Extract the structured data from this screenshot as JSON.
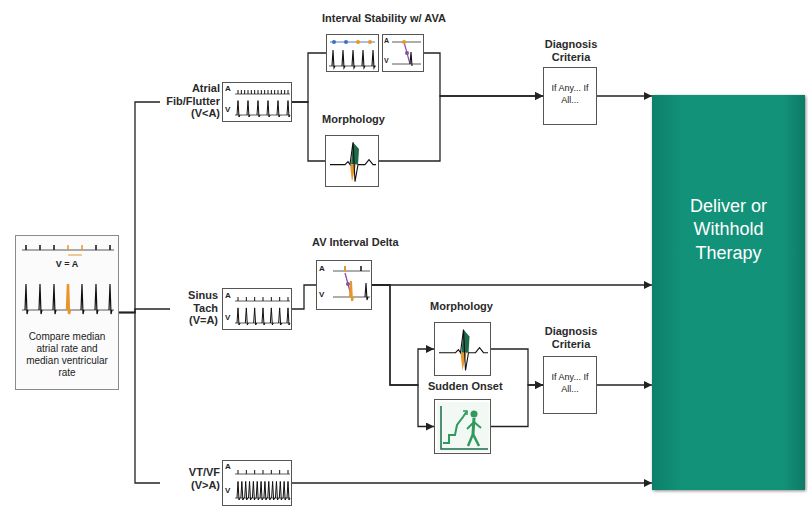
{
  "diagram": {
    "nodes": [
      {
        "text": [
          "V = A",
          "Compare median atrial rate and median ventricular rate"
        ]
      },
      {
        "text": [
          "Atrial Fib/Flutter (V<A)",
          "A",
          "V"
        ]
      },
      {
        "text": [
          "Interval Stability w/ AVA",
          "A",
          "V"
        ]
      },
      {
        "text": [
          "Morphology"
        ]
      },
      {
        "text": [
          "Diagnosis Criteria",
          "If Any... If All..."
        ]
      },
      {
        "text": [
          "Deliver or Withhold Therapy"
        ]
      },
      {
        "text": [
          "Sinus Tach (V=A)",
          "A",
          "V"
        ]
      },
      {
        "text": [
          "AV Interval Delta",
          "A",
          "V"
        ]
      },
      {
        "text": [
          "Morphology"
        ]
      },
      {
        "text": [
          "Sudden Onset"
        ]
      },
      {
        "text": [
          "Diagnosis Criteria",
          "If Any... If All..."
        ]
      },
      {
        "text": [
          "VT/VF (V>A)",
          "A",
          "V"
        ]
      }
    ],
    "edges": [
      {
        "from": 0,
        "to": 1,
        "arrow": "none"
      },
      {
        "from": 0,
        "to": 6,
        "arrow": "none"
      },
      {
        "from": 0,
        "to": 11,
        "arrow": "none"
      },
      {
        "from": 1,
        "to": 2,
        "arrow": "none"
      },
      {
        "from": 1,
        "to": 3,
        "arrow": "none"
      },
      {
        "from": 2,
        "to": 4,
        "arrow": "to"
      },
      {
        "from": 3,
        "to": 4,
        "arrow": "to"
      },
      {
        "from": 4,
        "to": 5,
        "arrow": "to"
      },
      {
        "from": 6,
        "to": 7,
        "arrow": "none"
      },
      {
        "from": 7,
        "to": 5,
        "arrow": "to"
      },
      {
        "from": 7,
        "to": 8,
        "arrow": "to"
      },
      {
        "from": 7,
        "to": 9,
        "arrow": "to"
      },
      {
        "from": 8,
        "to": 10,
        "arrow": "to"
      },
      {
        "from": 9,
        "to": 10,
        "arrow": "to"
      },
      {
        "from": 10,
        "to": 5,
        "arrow": "to"
      },
      {
        "from": 11,
        "to": 5,
        "arrow": "to"
      }
    ]
  }
}
